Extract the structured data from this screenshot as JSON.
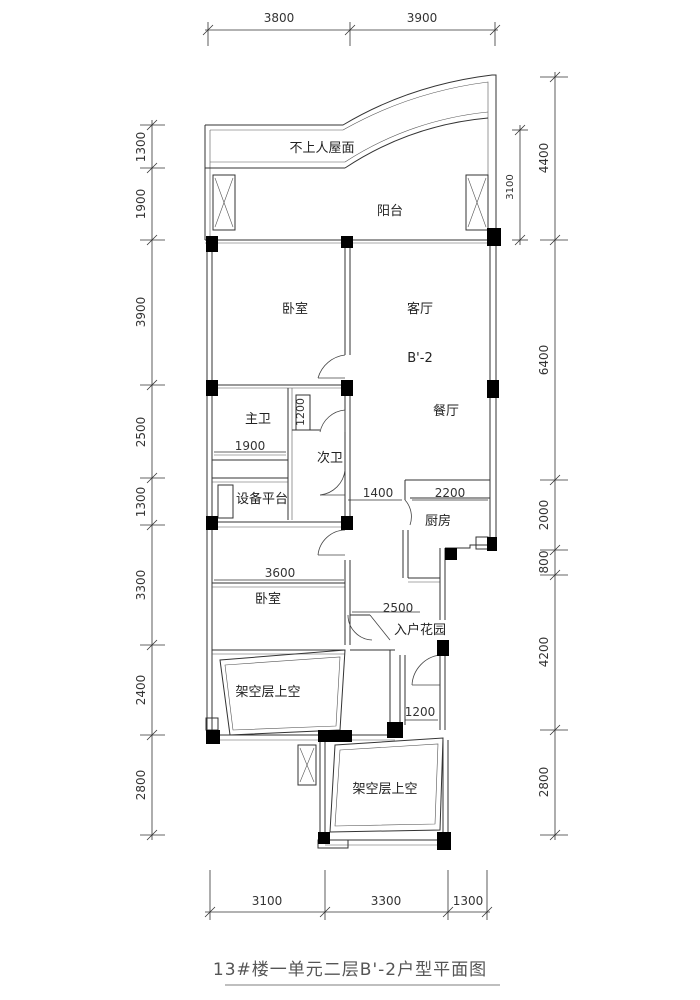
{
  "title": "13#楼一单元二层B'-2户型平面图",
  "unit_label": "B'-2",
  "dims": {
    "top": [
      "3800",
      "3900"
    ],
    "bottom": [
      "3100",
      "3300",
      "1300"
    ],
    "left": [
      "1300",
      "1900",
      "3900",
      "2500",
      "1300",
      "3300",
      "2400",
      "2800"
    ],
    "right": [
      "4400",
      "6400",
      "2000",
      "800",
      "4200",
      "2800"
    ],
    "right_inner": "3100",
    "internal": [
      "1200",
      "1900",
      "1400",
      "2200",
      "3600",
      "2500",
      "1200"
    ]
  },
  "rooms": {
    "roof": "不上人屋面",
    "balcony": "阳台",
    "bedroom1": "卧室",
    "living": "客厅",
    "dining": "餐厅",
    "master_bath": "主卫",
    "second_bath": "次卫",
    "equipment": "设备平台",
    "kitchen": "厨房",
    "bedroom2": "卧室",
    "garden": "入户花园",
    "void1": "架空层上空",
    "void2": "架空层上空"
  }
}
